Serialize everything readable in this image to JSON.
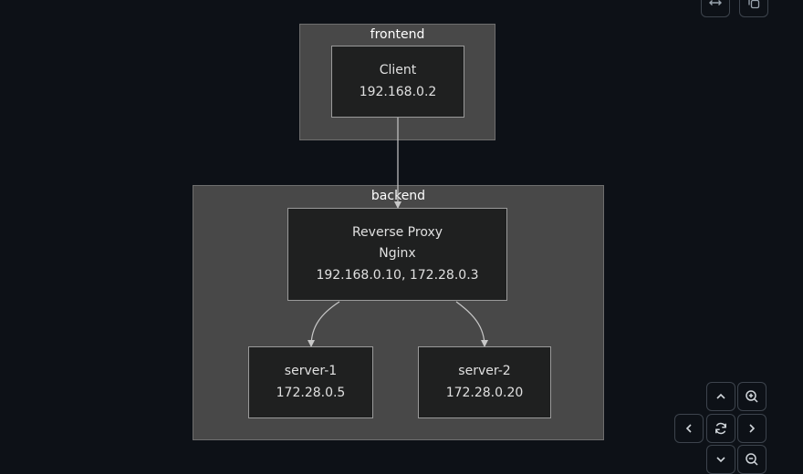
{
  "clusters": {
    "frontend": {
      "label": "frontend"
    },
    "backend": {
      "label": "backend"
    }
  },
  "nodes": {
    "client": {
      "lines": [
        "Client",
        "192.168.0.2"
      ]
    },
    "proxy": {
      "lines": [
        "Reverse Proxy",
        "Nginx",
        "192.168.0.10, 172.28.0.3"
      ]
    },
    "server1": {
      "lines": [
        "server-1",
        "172.28.0.5"
      ]
    },
    "server2": {
      "lines": [
        "server-2",
        "172.28.0.20"
      ]
    }
  },
  "edges": [
    {
      "from": "client",
      "to": "proxy"
    },
    {
      "from": "proxy",
      "to": "server1"
    },
    {
      "from": "proxy",
      "to": "server2"
    }
  ],
  "controls": {
    "fit_icon": "horizontal-arrows-icon",
    "copy_icon": "copy-icon",
    "pan_up_icon": "chevron-up-icon",
    "zoom_in_icon": "zoom-in-icon",
    "pan_left_icon": "chevron-left-icon",
    "reset_icon": "reset-icon",
    "pan_right_icon": "chevron-right-icon",
    "pan_down_icon": "chevron-down-icon",
    "zoom_out_icon": "zoom-out-icon"
  },
  "colors": {
    "background": "#0d1117",
    "cluster_fill": "#484848",
    "node_fill": "#1f2020",
    "edge": "#c8c8c8"
  }
}
